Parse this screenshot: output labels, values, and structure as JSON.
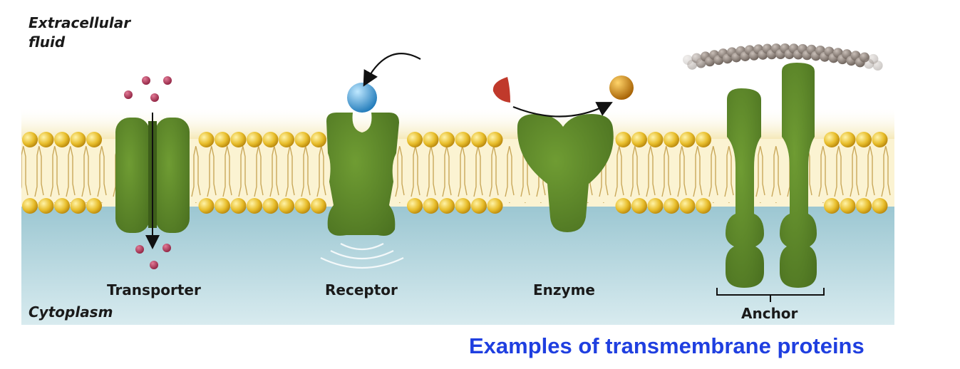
{
  "labels": {
    "extracellular_line1": "Extracellular",
    "extracellular_line2": "fluid",
    "cytoplasm": "Cytoplasm",
    "transporter": "Transporter",
    "receptor": "Receptor",
    "enzyme": "Enzyme",
    "anchor": "Anchor"
  },
  "caption": "Examples of transmembrane proteins",
  "colors": {
    "protein": "#5e8a2a",
    "lipid_head": "#e8be2c",
    "cytoplasm": "#a9cdd6",
    "caption": "#1f3fe0",
    "ligand": "#3fa0d8",
    "substrate": "#c0392b",
    "product": "#d69a1a",
    "solute": "#b03a5a"
  }
}
